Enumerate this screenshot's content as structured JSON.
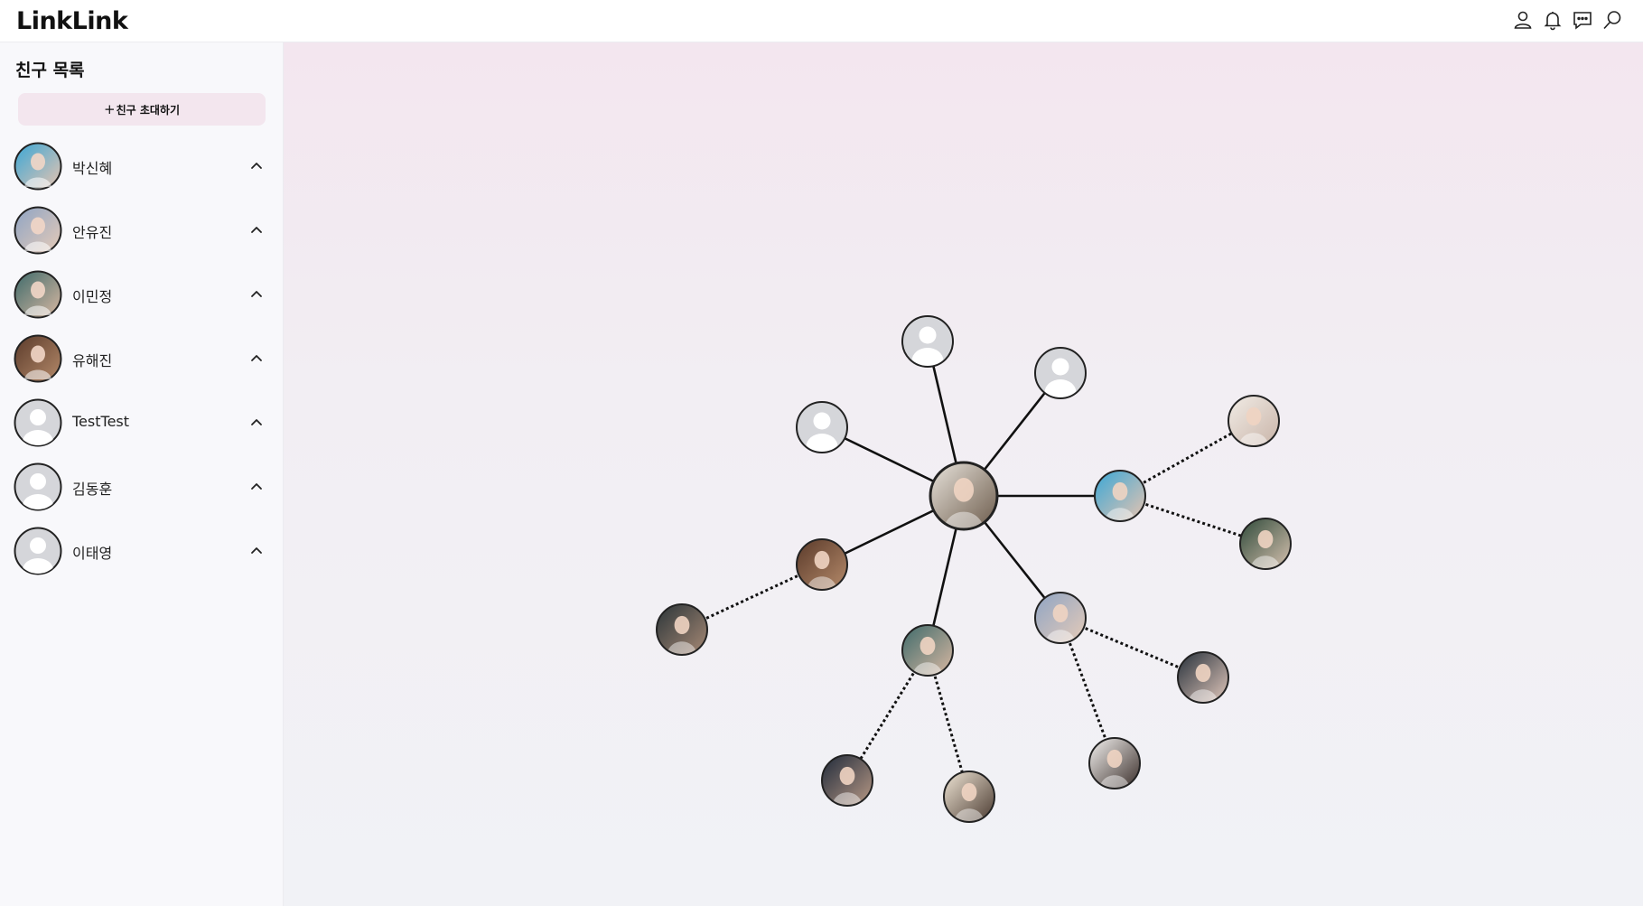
{
  "app": {
    "logo": "LinkLink"
  },
  "header": {
    "icons": [
      "user-icon",
      "bell-icon",
      "chat-icon",
      "search-icon"
    ]
  },
  "sidebar": {
    "title": "친구 목록",
    "invite_label": "친구 초대하기",
    "invite_plus": "+",
    "friends": [
      {
        "name": "박신혜",
        "photo": true,
        "tone": [
          "#3aa7d6",
          "#e8c4b0"
        ]
      },
      {
        "name": "안유진",
        "photo": true,
        "tone": [
          "#8ea4c4",
          "#e6cbb8"
        ]
      },
      {
        "name": "이민정",
        "photo": true,
        "tone": [
          "#3e6a6a",
          "#d9b8a2"
        ]
      },
      {
        "name": "유해진",
        "photo": true,
        "tone": [
          "#5a3a2a",
          "#b58a6a"
        ]
      },
      {
        "name": "TestTest",
        "photo": false
      },
      {
        "name": "김동훈",
        "photo": false
      },
      {
        "name": "이태영",
        "photo": false
      }
    ]
  },
  "graph": {
    "colors": {
      "edge": "#111111",
      "node_border": "#222222",
      "placeholder_bg": "#d5d6da",
      "placeholder_fg": "#ffffff"
    }
  }
}
